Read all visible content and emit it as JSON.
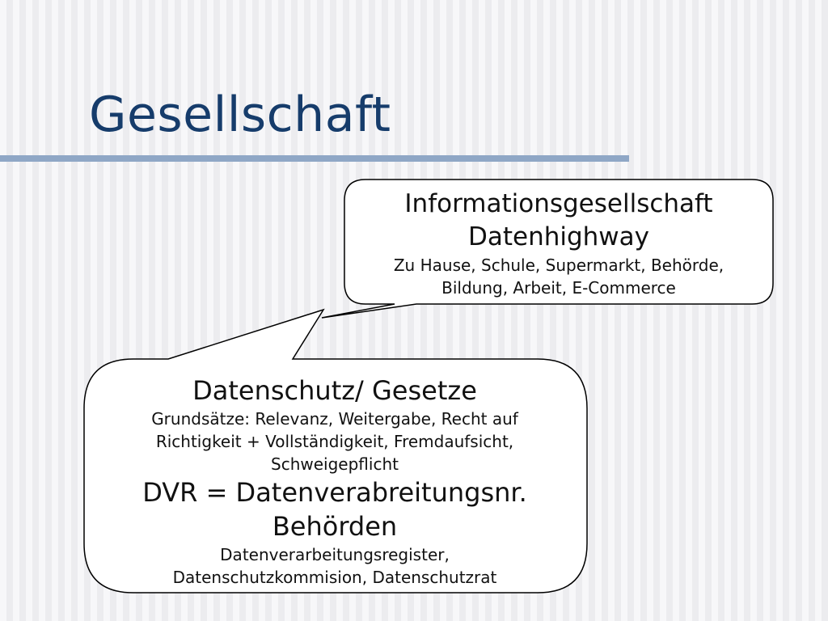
{
  "slide": {
    "title": "Gesellschaft"
  },
  "callout_top": {
    "heading_1": "Informationsgesellschaft",
    "heading_2": "Datenhighway",
    "detail_line_1": "Zu Hause, Schule, Supermarkt, Behörde,",
    "detail_line_2": "Bildung, Arbeit, E-Commerce"
  },
  "callout_bottom": {
    "heading_1": "Datenschutz/ Gesetze",
    "detail_line_1": "Grundsätze: Relevanz, Weitergabe, Recht auf",
    "detail_line_2": "Richtigkeit + Vollständigkeit, Fremdaufsicht,",
    "detail_line_3": "Schweigepflicht",
    "heading_2": "DVR = Datenverabreitungsnr.",
    "heading_3": "Behörden",
    "detail_line_4": "Datenverarbeitungsregister,",
    "detail_line_5": "Datenschutzkommision, Datenschutzrat"
  },
  "colors": {
    "title": "#163c6b",
    "title_rule": "#8fa7c6",
    "bubble_fill": "#ffffff",
    "bubble_stroke": "#000000"
  }
}
